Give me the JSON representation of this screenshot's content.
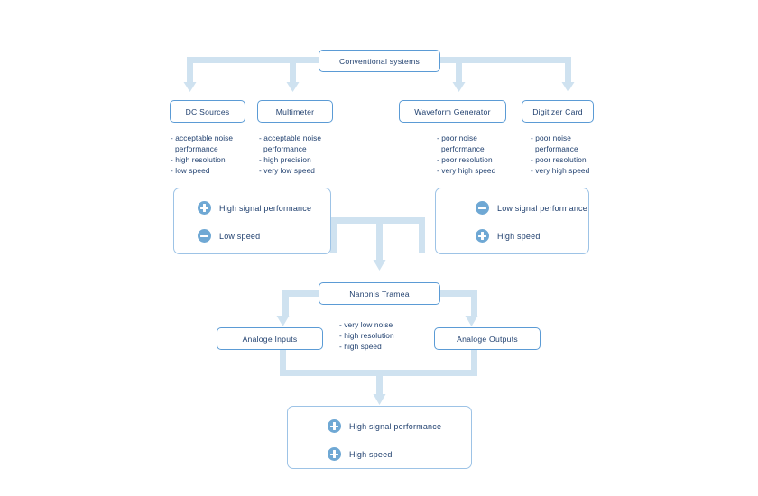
{
  "diagram": {
    "title_node": {
      "label": "Conventional systems"
    },
    "instruments": [
      {
        "label": "DC Sources"
      },
      {
        "label": "Multimeter"
      },
      {
        "label": "Waveform Generator"
      },
      {
        "label": "Digitizer Card"
      }
    ],
    "spec_lists": [
      {
        "for": "DC Sources",
        "lines": [
          "- acceptable noise",
          "performance",
          "- high resolution",
          "- low speed"
        ]
      },
      {
        "for": "Multimeter",
        "lines": [
          "- acceptable noise",
          "performance",
          "- high precision",
          "- very low speed"
        ]
      },
      {
        "for": "Waveform Generator",
        "lines": [
          "- poor noise",
          "performance",
          "- poor resolution",
          "- very high speed"
        ]
      },
      {
        "for": "Digitizer Card",
        "lines": [
          "- poor noise",
          "performance",
          "- poor resolution",
          "- very high speed"
        ]
      }
    ],
    "summary_left": {
      "rows": [
        {
          "sign": "plus",
          "label": "High signal performance"
        },
        {
          "sign": "minus",
          "label": "Low speed"
        }
      ]
    },
    "summary_right": {
      "rows": [
        {
          "sign": "minus",
          "label": "Low signal performance"
        },
        {
          "sign": "plus",
          "label": "High speed"
        }
      ]
    },
    "product_node": {
      "label": "Nanonis Tramea"
    },
    "io_nodes": [
      {
        "label": "Analoge Inputs"
      },
      {
        "label": "Analoge Outputs"
      }
    ],
    "product_specs": {
      "lines": [
        "- very low noise",
        "- high resolution",
        "- high speed"
      ]
    },
    "result_panel": {
      "rows": [
        {
          "sign": "plus",
          "label": "High signal performance"
        },
        {
          "sign": "plus",
          "label": "High speed"
        }
      ]
    },
    "colors": {
      "arrow": "#cfe2f0",
      "node_border": "#5b9bd5",
      "panel_border": "#9dc3e6",
      "text": "#1f3f6e",
      "badge": "#6fa8d4",
      "background": "#ffffff"
    }
  }
}
